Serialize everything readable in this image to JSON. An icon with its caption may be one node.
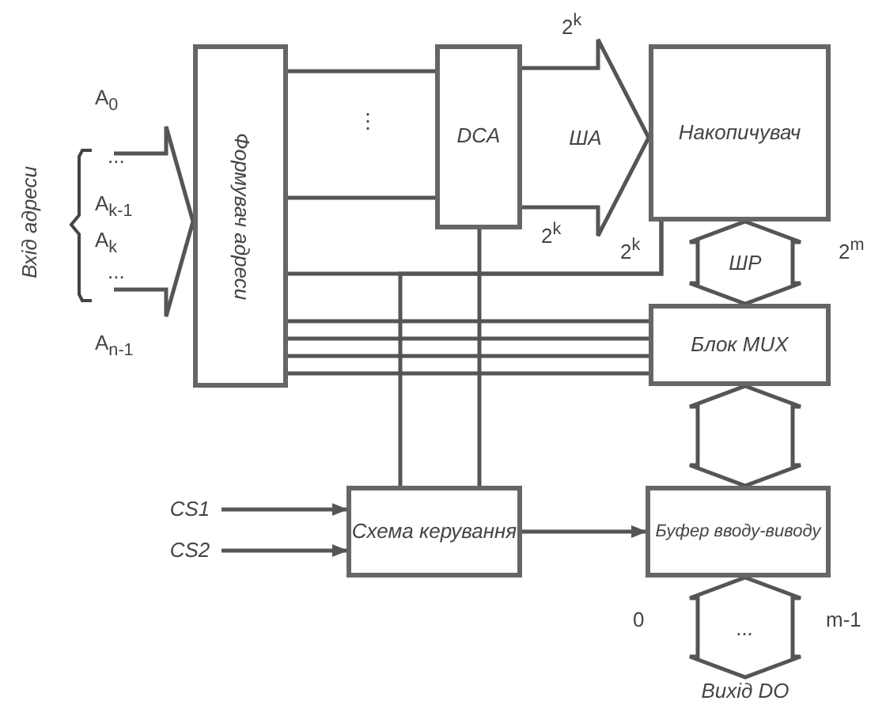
{
  "diagram": {
    "nodes": [
      {
        "text": [
          "Вхід адреси"
        ]
      },
      {
        "text": [
          "Формувач адреси"
        ]
      },
      {
        "text": [
          "DCA"
        ]
      },
      {
        "text": [
          "Накопичувач"
        ]
      },
      {
        "text": [
          "Блок MUX"
        ]
      },
      {
        "text": [
          "Схема керування"
        ]
      },
      {
        "text": [
          "Буфер вводу-виводу"
        ]
      },
      {
        "text": [
          "CS1"
        ]
      },
      {
        "text": [
          "CS2"
        ]
      },
      {
        "text": [
          "Вихід DO"
        ]
      }
    ],
    "edges": [
      {
        "from": 0,
        "to": 1,
        "arrow": "to",
        "style": "thick"
      },
      {
        "from": 1,
        "to": 2,
        "arrow": "none"
      },
      {
        "from": 1,
        "to": 2,
        "arrow": "none"
      },
      {
        "from": 2,
        "to": 3,
        "arrow": "to",
        "style": "thick",
        "label": "ША"
      },
      {
        "from": 1,
        "to": 3,
        "arrow": "none"
      },
      {
        "from": 1,
        "to": 4,
        "arrow": "none"
      },
      {
        "from": 1,
        "to": 4,
        "arrow": "none"
      },
      {
        "from": 1,
        "to": 4,
        "arrow": "none"
      },
      {
        "from": 1,
        "to": 4,
        "arrow": "none"
      },
      {
        "from": 3,
        "to": 4,
        "arrow": "both",
        "style": "thick",
        "label": "ШР"
      },
      {
        "from": 4,
        "to": 6,
        "arrow": "both",
        "style": "thick"
      },
      {
        "from": 6,
        "to": 9,
        "arrow": "both",
        "style": "thick",
        "label": "..."
      },
      {
        "from": 2,
        "to": 5,
        "arrow": "none"
      },
      {
        "from": 5,
        "to": 3,
        "arrow": "none"
      },
      {
        "from": 7,
        "to": 5,
        "arrow": "to"
      },
      {
        "from": 8,
        "to": 5,
        "arrow": "to"
      },
      {
        "from": 5,
        "to": 6,
        "arrow": "to"
      }
    ],
    "labels": [
      "A$_{0}$",
      "...",
      "A$_{k-1}$",
      "A$_{k}$",
      "...",
      "A$_{n-1}$",
      "⋮",
      "2$^{k}$",
      "2$^{k}$",
      "2$^{k}$",
      "2$^{m}$",
      "0",
      "m-1"
    ]
  }
}
